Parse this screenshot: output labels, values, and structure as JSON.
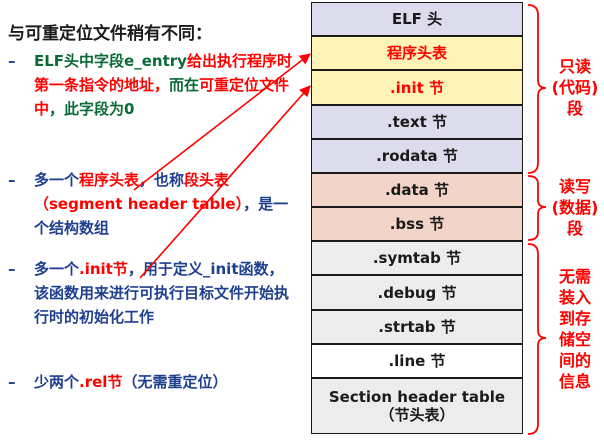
{
  "intro": "与可重定位文件稍有不同：",
  "bullets": [
    {
      "dash": "–",
      "runs": [
        {
          "text": "ELF头中字段e_entry",
          "color": "g"
        },
        {
          "text": "给出执行程序时第一条指令的地址，",
          "color": "r"
        },
        {
          "text": "而在",
          "color": "g"
        },
        {
          "text": "可重定位文件中",
          "color": "r"
        },
        {
          "text": "，此字段为0",
          "color": "g"
        }
      ]
    },
    {
      "dash": "–",
      "runs": [
        {
          "text": "多一个",
          "color": "b"
        },
        {
          "text": "程序头表",
          "color": "r"
        },
        {
          "text": "，也称",
          "color": "b"
        },
        {
          "text": "段头表（segment header table）",
          "color": "r"
        },
        {
          "text": "，是一个结构数组",
          "color": "b"
        }
      ]
    },
    {
      "dash": "–",
      "runs": [
        {
          "text": "多一个",
          "color": "b"
        },
        {
          "text": ".init节",
          "color": "r"
        },
        {
          "text": "，用于定义_init函数，该函数用来进行可执行目标文件开始执行时的初始化工作",
          "color": "b"
        }
      ]
    },
    {
      "dash": "–",
      "runs": [
        {
          "text": "少两个",
          "color": "b"
        },
        {
          "text": ".rel节",
          "color": "r"
        },
        {
          "text": "（无需重定位）",
          "color": "b"
        }
      ]
    }
  ],
  "sections": [
    {
      "label": "ELF 头",
      "fill": "#dcdcec",
      "red": false
    },
    {
      "label": "程序头表",
      "fill": "#fff3b8",
      "red": true
    },
    {
      "label": ".init 节",
      "fill": "#fff3b8",
      "red": true
    },
    {
      "label": ".text 节",
      "fill": "#dcdcec",
      "red": false
    },
    {
      "label": ".rodata 节",
      "fill": "#dcdcec",
      "red": false
    },
    {
      "label": ".data 节",
      "fill": "#f2d4c8",
      "red": false
    },
    {
      "label": ".bss 节",
      "fill": "#f2d4c8",
      "red": false
    },
    {
      "label": ".symtab 节",
      "fill": "#ececec",
      "red": false
    },
    {
      "label": ".debug 节",
      "fill": "#ececec",
      "red": false
    },
    {
      "label": ".strtab 节",
      "fill": "#ececec",
      "red": false
    },
    {
      "label": ".line 节",
      "fill": "#ffffff",
      "red": false
    },
    {
      "label": "Section header table\n（节头表）",
      "fill": "#ececec",
      "red": false
    }
  ],
  "brace_labels": [
    "只读\n(代码)\n段",
    "读写\n(数据)\n段",
    "无需\n装入\n到存\n储空\n间的\n信息"
  ],
  "colors": {
    "accent_red": "#ff0000",
    "green": "#0a6b36",
    "blue": "#1f3f8f"
  }
}
